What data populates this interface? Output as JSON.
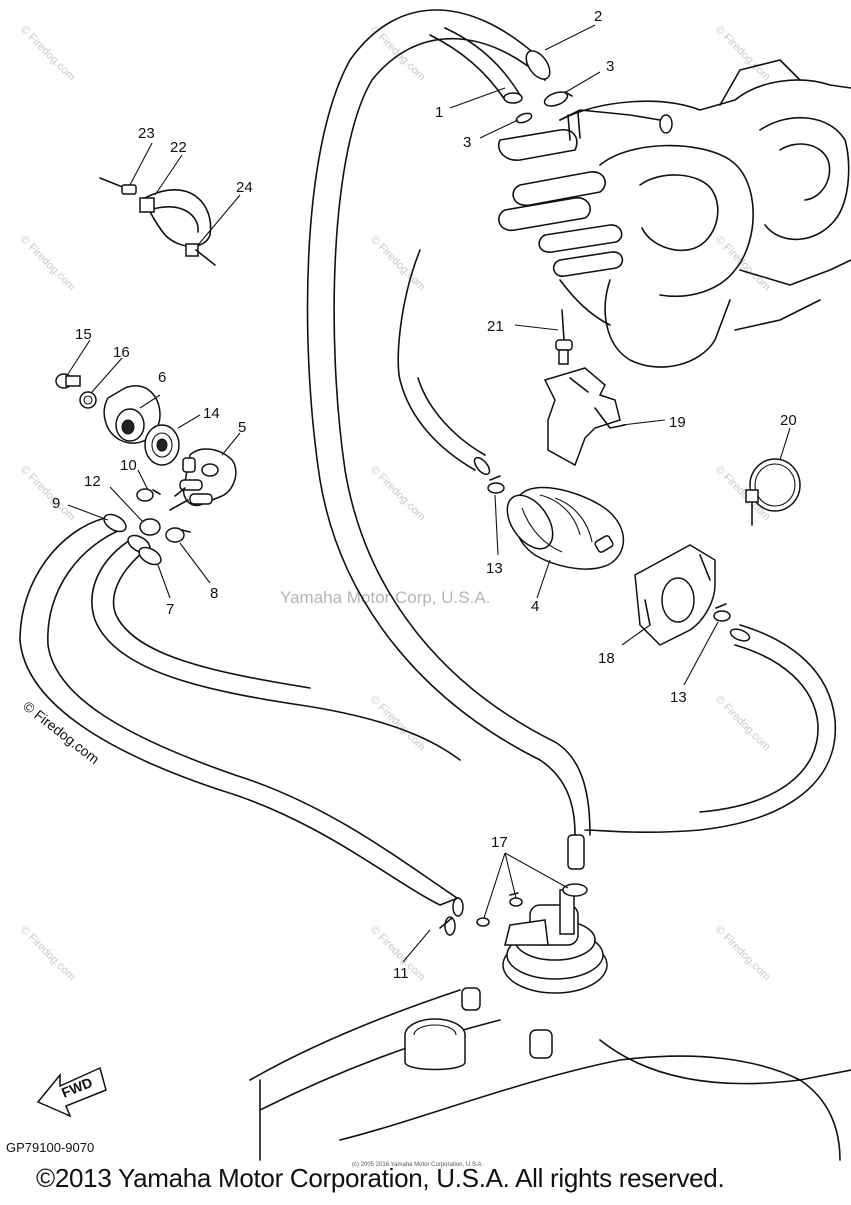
{
  "diagram": {
    "watermark_center": "Yamaha Motor Corp, U.S.A.",
    "watermark_firedog": "© Firedog.com",
    "code": "GP79100-9070",
    "fwd_label": "FWD",
    "fine_print": "(c) 2005 2016 Yamaha Motor Corporation, U.S.A.",
    "copyright": "©2013 Yamaha Motor Corporation, U.S.A. All rights reserved.",
    "callouts": [
      "1",
      "2",
      "3",
      "3",
      "4",
      "5",
      "6",
      "7",
      "8",
      "9",
      "10",
      "11",
      "12",
      "13",
      "13",
      "14",
      "15",
      "16",
      "17",
      "18",
      "19",
      "20",
      "21",
      "22",
      "23",
      "24"
    ]
  }
}
